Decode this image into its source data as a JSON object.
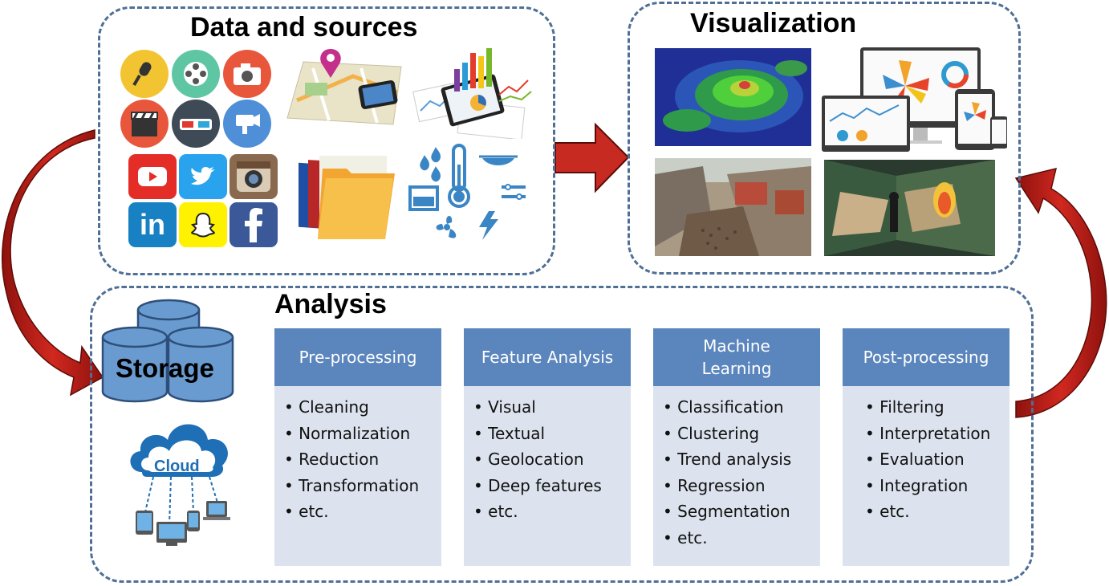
{
  "sections": {
    "data_sources": {
      "title": "Data and sources"
    },
    "visualization": {
      "title": "Visualization"
    },
    "analysis": {
      "title": "Analysis"
    }
  },
  "storage": {
    "label": "Storage",
    "cloud_label": "Cloud"
  },
  "stages": [
    {
      "title": "Pre-processing",
      "items": [
        "Cleaning",
        "Normalization",
        "Reduction",
        "Transformation",
        "etc."
      ]
    },
    {
      "title": "Feature Analysis",
      "items": [
        "Visual",
        "Textual",
        "Geolocation",
        "Deep features",
        "etc."
      ]
    },
    {
      "title": "Machine Learning",
      "items": [
        "Classification",
        "Clustering",
        "Trend analysis",
        "Regression",
        "Segmentation",
        "etc."
      ]
    },
    {
      "title": "Post-processing",
      "items": [
        "Filtering",
        "Interpretation",
        "Evaluation",
        "Integration",
        "etc."
      ]
    }
  ],
  "icons": {
    "media": [
      "microphone-icon",
      "film-reel-icon",
      "camera-icon",
      "clapperboard-icon",
      "3d-glasses-icon",
      "video-camera-icon"
    ],
    "social": [
      "youtube-icon",
      "twitter-icon",
      "instagram-icon",
      "linkedin-icon",
      "snapchat-icon",
      "facebook-icon"
    ],
    "sensors": [
      "water-drops-icon",
      "thermometer-icon",
      "fan-icon",
      "lightning-icon",
      "pressure-icon"
    ]
  },
  "colors": {
    "border": "#4f6f95",
    "arrow": "#c0241c",
    "card_header": "#5b86bd",
    "card_body": "#dce3ee",
    "storage": "#6a9bd0",
    "cloud": "#1e6fb5"
  }
}
